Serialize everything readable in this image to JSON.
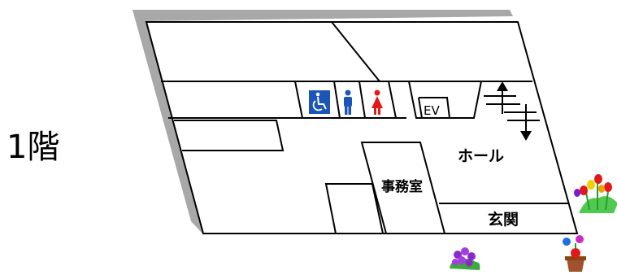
{
  "floor_label": "1階",
  "rooms": {
    "hall": "ホール",
    "office": "事務室",
    "entrance": "玄関",
    "elevator": "EV"
  },
  "icons": [
    "accessible-toilet-icon",
    "mens-toilet-icon",
    "womens-toilet-icon",
    "stairs-icon",
    "tulip-flowers-icon",
    "purple-flowers-icon",
    "potted-flowers-icon"
  ],
  "colors": {
    "shadow": "#a8a8a8",
    "accessible": "#1b55b8",
    "mens": "#1b55b8",
    "womens": "#e01a1a"
  }
}
